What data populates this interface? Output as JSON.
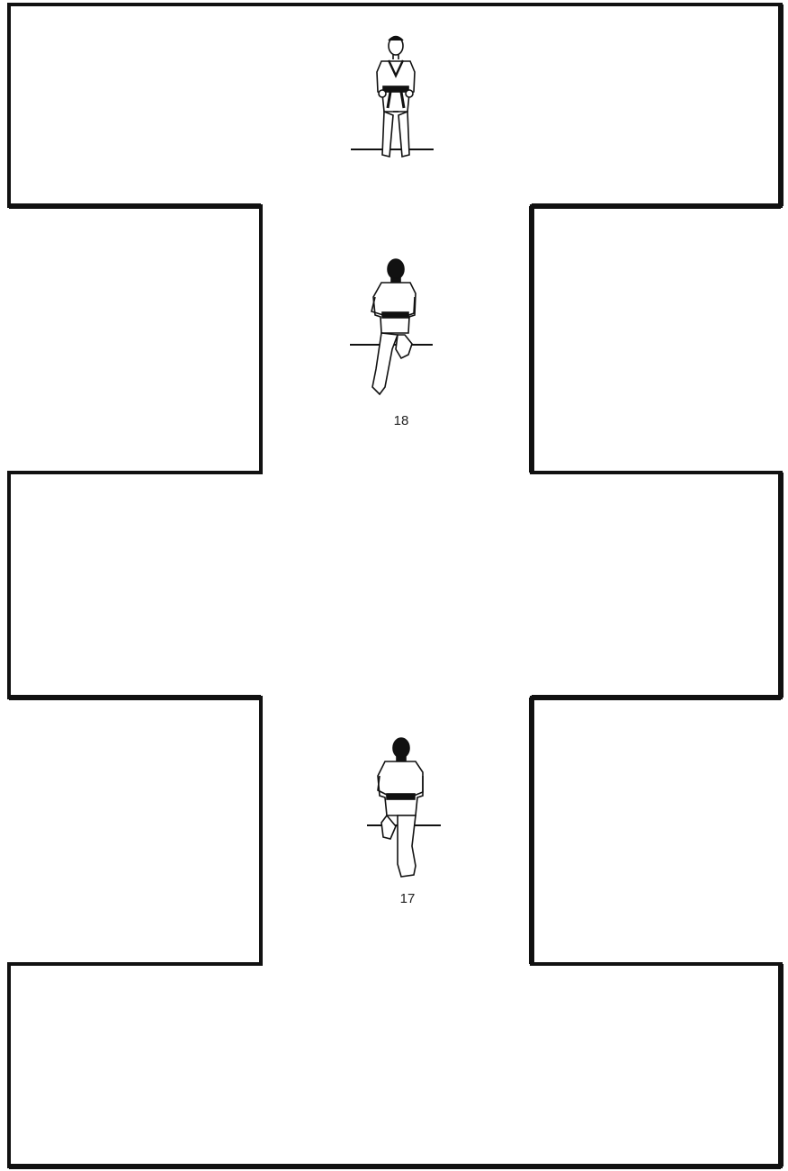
{
  "diagram": {
    "outline_color": "#111111",
    "figure_ink": "#111111",
    "background": "#ffffff",
    "figures": [
      {
        "id": "start-figure",
        "pose": "ready-stance-facing-front",
        "label": ""
      },
      {
        "id": "step-18-figure",
        "pose": "back-view-kneeling-on-one-knee",
        "label": "18"
      },
      {
        "id": "step-17-figure",
        "pose": "back-view-kneeling-on-one-knee",
        "label": "17"
      }
    ]
  }
}
